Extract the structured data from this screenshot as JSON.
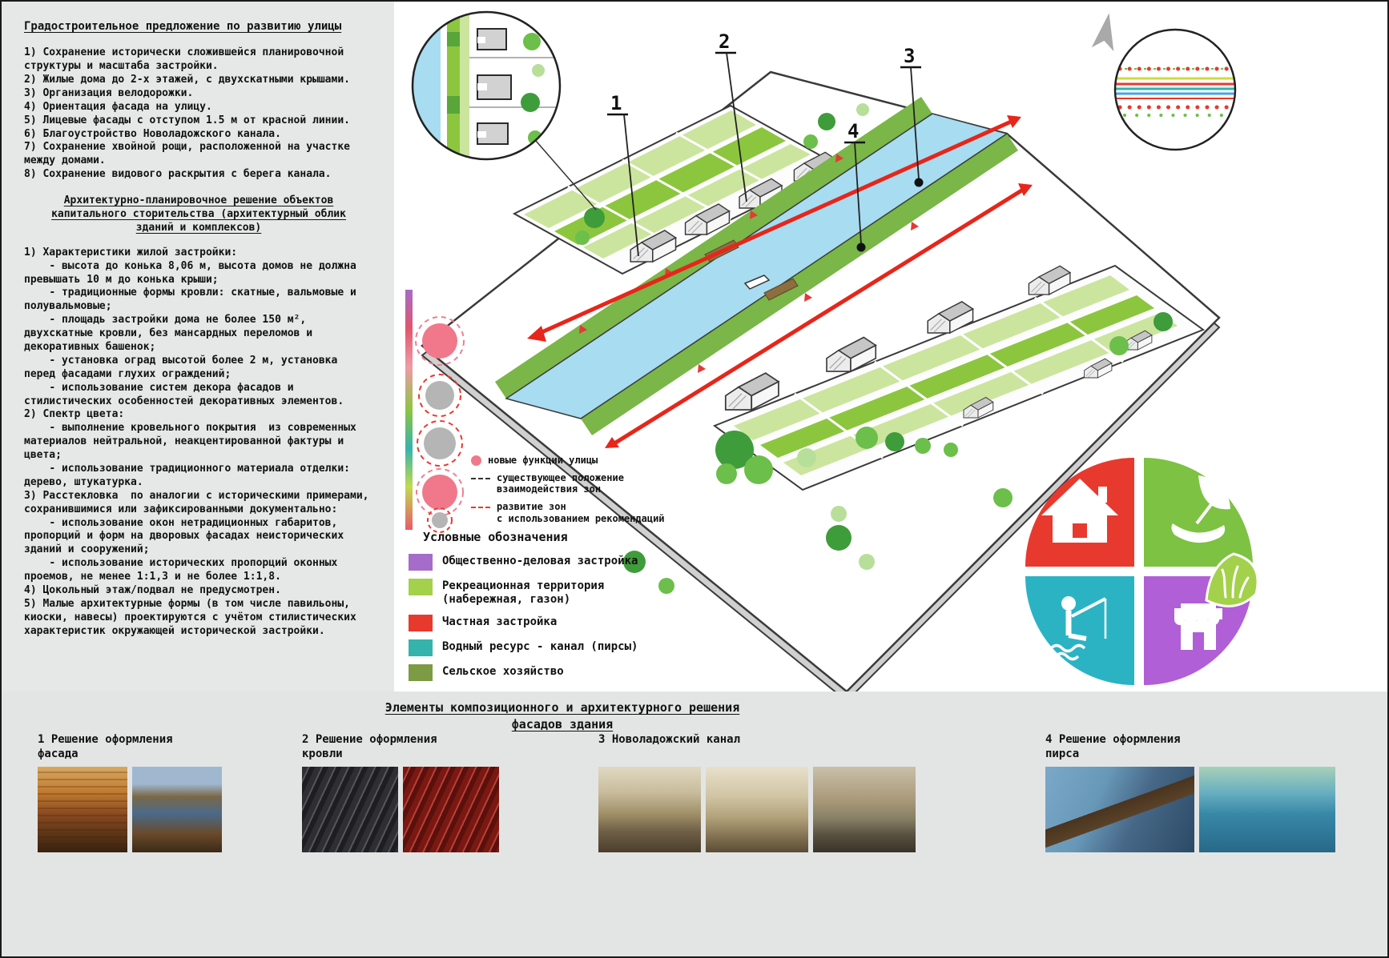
{
  "left_panel": {
    "title": "Градостроительное предложение по развитию улицы",
    "items": [
      "1) Сохранение исторически сложившейся планировочной структуры и масштаба застройки.",
      "2) Жилые дома до 2-х этажей, с двухскатными крышами.",
      "3) Организация велодорожки.",
      "4) Ориентация фасада на улицу.",
      "5) Лицевые фасады с отступом 1.5 м от красной линии.",
      "6) Благоустройство Новоладожского канала.",
      "7) Сохранение хвойной рощи, расположенной на участке между домами.",
      "8) Сохранение видового раскрытия с берега канала."
    ],
    "section2_title": "Архитектурно-планировочное решение объектов\nкапитального сторительства (архитектурный облик\nзданий и комплексов)",
    "section2_items": [
      "1) Характеристики жилой застройки:",
      "    - высота до конька 8,06 м, высота домов не должна превышать 10 м до конька крыши;",
      "    - традиционные формы кровли: скатные, вальмовые и полувальмовые;",
      "    - площадь застройки дома не более 150 м², двухскатные кровли, без мансардных переломов и декоративных башенок;",
      "    - установка оград высотой более 2 м, установка перед фасадами глухих ограждений;",
      "    - использование систем декора фасадов и стилистических особенностей декоративных элементов.",
      "2) Спектр цвета:",
      "    - выполнение кровельного покрытия  из современных материалов нейтральной, неакцентированной фактуры и цвета;",
      "    - использование традиционного материала отделки: дерево, штукатурка.",
      "3) Расстекловка  по аналогии с историческими примерами, сохранившимися или зафиксированными документально:",
      "    - использование окон нетрадиционных габаритов, пропорций и форм на дворовых фасадах неисторических зданий и сооружений;",
      "    - использование исторических пропорций оконных проемов, не менее 1:1,3 и не более 1:1,8.",
      "4) Цокольный этаж/подвал не предусмотрен.",
      "5) Малые архитектурные формы (в том числе павильоны, киоски, навесы) проектируются с учётом стилистических характеристик окружающей исторической застройки."
    ]
  },
  "plan": {
    "callouts": [
      {
        "num": "1"
      },
      {
        "num": "2"
      },
      {
        "num": "3"
      },
      {
        "num": "4"
      }
    ],
    "mini_legend": [
      {
        "label": "новые функции улицы"
      },
      {
        "label": "существующее положение\nвзаимодействия зон"
      },
      {
        "label": "развитие зон\nс использованием рекомендаций"
      }
    ],
    "canal_color": "#a7dcf1",
    "axis_arrow_color": "#e8251a"
  },
  "legend": {
    "title": "Условные обозначения",
    "items": [
      {
        "color": "#a56cc9",
        "label": "Общественно-деловая застройка"
      },
      {
        "color": "#a4d14b",
        "label": "Рекреационная территория\n(набережная, газон)"
      },
      {
        "color": "#e8392e",
        "label": "Частная застройка"
      },
      {
        "color": "#35b3ad",
        "label": "Водный ресурс - канал (пирсы)"
      },
      {
        "color": "#7d9a45",
        "label": "Сельское хозяйство"
      }
    ]
  },
  "wheel": {
    "items": [
      {
        "icon": "house",
        "color": "#e8392e"
      },
      {
        "icon": "eco-hand-leaf",
        "color": "#7dc242"
      },
      {
        "icon": "fishing",
        "color": "#2bb3c4"
      },
      {
        "icon": "trade-kiosk",
        "color": "#b05fd6"
      },
      {
        "icon": "grass",
        "color": "#a3d14b"
      }
    ]
  },
  "bottom": {
    "title": "Элементы композиционного и архитектурного решения\nфасадов здания",
    "groups": [
      {
        "label": "1 Решение оформления\nфасада",
        "photos": [
          "wooden-house-autumn",
          "ornate-wooden-house"
        ]
      },
      {
        "label": "2 Решение оформления\nкровли",
        "photos": [
          "dark-roof-tiles",
          "red-roof-tiles"
        ]
      },
      {
        "label": "3 Новоладожский канал",
        "photos": [
          "historic-canal-photo-1",
          "historic-canal-photo-2",
          "historic-canal-photo-3"
        ]
      },
      {
        "label": "4 Решение оформления\nпирса",
        "photos": [
          "wooden-pier",
          "boats-at-pier"
        ]
      }
    ]
  }
}
